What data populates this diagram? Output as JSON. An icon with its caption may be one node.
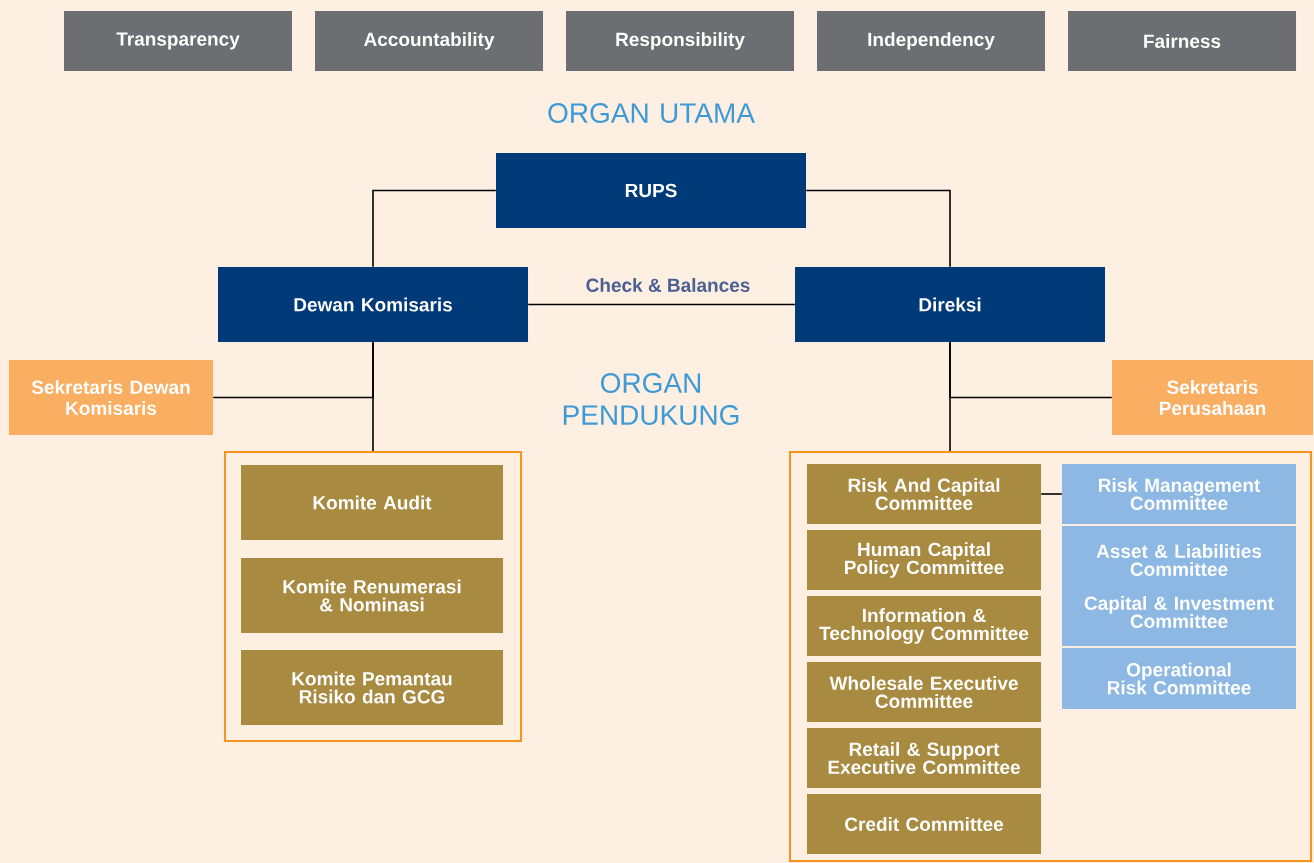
{
  "diagram": {
    "nodes": [
      {
        "text": [
          "Transparency"
        ]
      },
      {
        "text": [
          "Accountability"
        ]
      },
      {
        "text": [
          "Responsibility"
        ]
      },
      {
        "text": [
          "Independency"
        ]
      },
      {
        "text": [
          "Fairness"
        ]
      },
      {
        "text": [
          "RUPS"
        ]
      },
      {
        "text": [
          "Dewan Komisaris"
        ]
      },
      {
        "text": [
          "Direksi"
        ]
      },
      {
        "text": [
          "Sekretaris Dewan Komisaris"
        ]
      },
      {
        "text": [
          "Sekretaris Perusahaan"
        ]
      },
      {
        "text": [],
        "shape": "box"
      },
      {
        "text": [
          "Komite Audit"
        ],
        "in": 10
      },
      {
        "text": [
          "Komite Renumerasi & Nominasi"
        ],
        "in": 10
      },
      {
        "text": [
          "Komite Pemantau Risiko dan GCG"
        ],
        "in": 10
      },
      {
        "text": [],
        "shape": "box"
      },
      {
        "text": [
          "Risk And Capital Committee"
        ],
        "in": 14
      },
      {
        "text": [
          "Human Capital Policy Committee"
        ],
        "in": 14
      },
      {
        "text": [
          "Information & Technology Committee"
        ],
        "in": 14
      },
      {
        "text": [
          "Wholesale Executive Committee"
        ],
        "in": 14
      },
      {
        "text": [
          "Retail & Support Executive Committee"
        ],
        "in": 14
      },
      {
        "text": [
          "Credit Committee"
        ],
        "in": 14
      },
      {
        "text": [
          "Risk Management Committee"
        ],
        "in": 14
      },
      {
        "text": [
          "Asset & Liabilities Committee",
          "Capital & Investment Committee"
        ],
        "in": 14
      },
      {
        "text": [
          "Operational Risk Committee"
        ],
        "in": 14
      }
    ],
    "edges": [
      {
        "from": 5,
        "to": 6,
        "arrow": "none"
      },
      {
        "from": 5,
        "to": 7,
        "arrow": "none"
      },
      {
        "from": 6,
        "to": 7,
        "arrow": "none",
        "label": "Check & Balances"
      },
      {
        "from": 6,
        "to": 8,
        "arrow": "none"
      },
      {
        "from": 6,
        "to": 10,
        "arrow": "none"
      },
      {
        "from": 7,
        "to": 9,
        "arrow": "none"
      },
      {
        "from": 7,
        "to": 14,
        "arrow": "none"
      },
      {
        "from": 15,
        "to": 21,
        "arrow": "none"
      }
    ],
    "labels": [
      "ORGAN UTAMA",
      "ORGAN PENDUKUNG"
    ]
  }
}
